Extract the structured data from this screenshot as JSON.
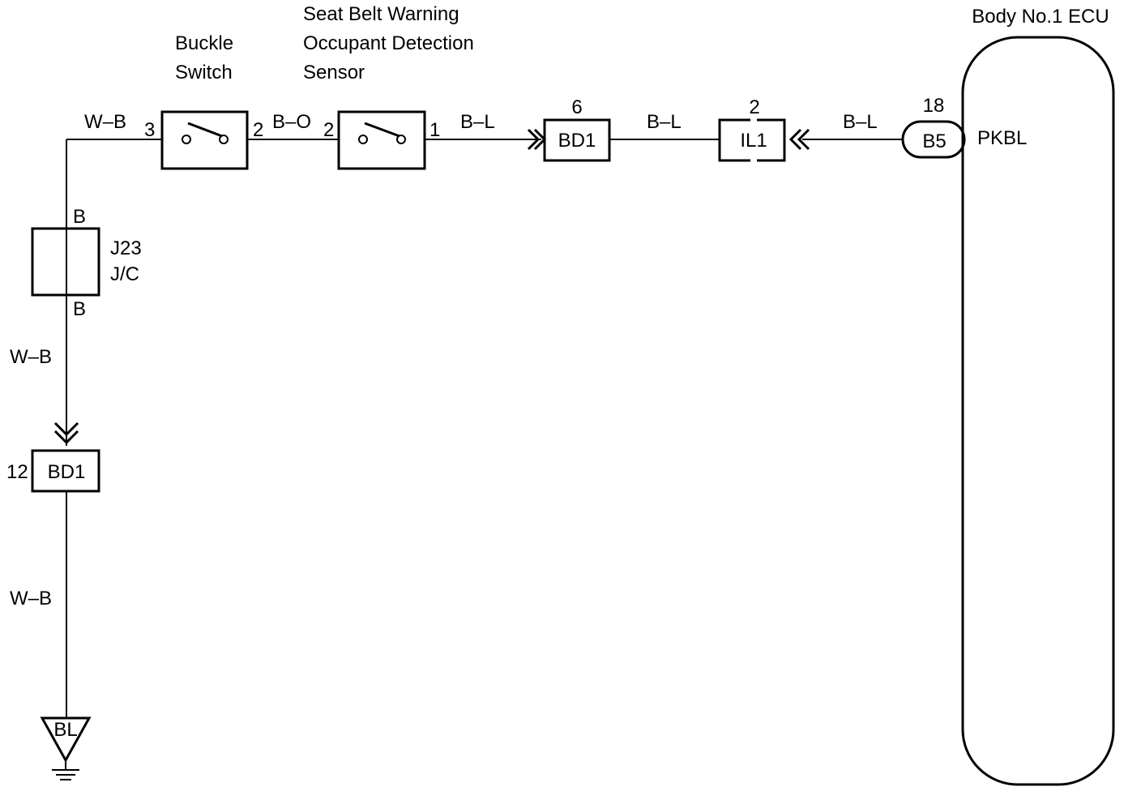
{
  "components": {
    "buckle_switch": {
      "line1": "Buckle",
      "line2": "Switch",
      "pin_left": "3",
      "pin_right": "2"
    },
    "occupant_sensor": {
      "line1": "Seat Belt Warning",
      "line2": "Occupant Detection",
      "line3": "Sensor",
      "pin_left": "2",
      "pin_right": "1"
    },
    "bd1_top": {
      "label": "BD1",
      "pin": "6"
    },
    "il1": {
      "label": "IL1",
      "pin": "2"
    },
    "b5": {
      "label": "B5",
      "pin": "18"
    },
    "ecu": {
      "title": "Body No.1 ECU",
      "terminal": "PKBL"
    },
    "j23": {
      "line1": "J23",
      "line2": "J/C",
      "pin_top": "B",
      "pin_bottom": "B"
    },
    "bd1_bottom": {
      "label": "BD1",
      "pin": "12"
    },
    "ground": {
      "label": "BL"
    }
  },
  "wires": {
    "w_top_left": "W–B",
    "w_buckle_sensor": "B–O",
    "w_sensor_bd1": "B–L",
    "w_bd1_il1": "B–L",
    "w_il1_b5": "B–L",
    "w_j23_bd1": "W–B",
    "w_bd1_ground": "W–B"
  }
}
